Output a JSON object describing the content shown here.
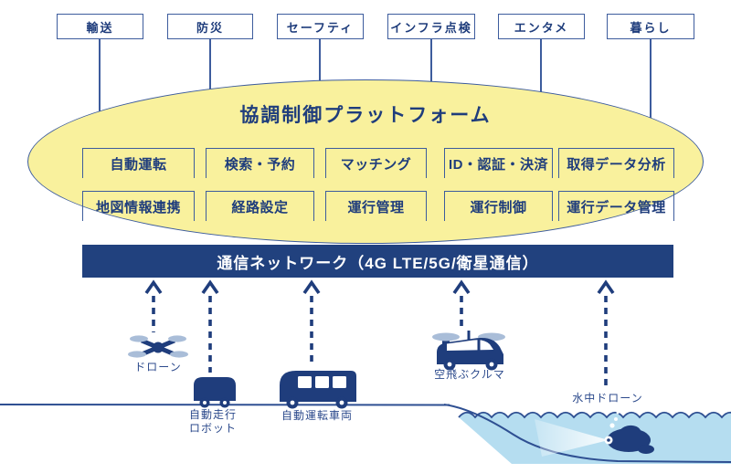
{
  "top_categories": [
    "輸送",
    "防災",
    "セーフティ",
    "インフラ点検",
    "エンタメ",
    "暮らし"
  ],
  "platform": {
    "title": "協調制御プラットフォーム",
    "functions": {
      "row1": [
        "自動運転",
        "検索・予約",
        "マッチング",
        "ID・認証・決済",
        "取得データ分析"
      ],
      "row2": [
        "地図情報連携",
        "経路設定",
        "運行管理",
        "運行制御",
        "運行データ管理"
      ]
    }
  },
  "network": {
    "label": "通信ネットワーク（4G LTE/5G/衛星通信）"
  },
  "devices": {
    "drone": {
      "label": "ドローン"
    },
    "ground_robot": {
      "label": "自動走行\nロボット"
    },
    "autonomous_vehicle": {
      "label": "自動運転車両"
    },
    "flying_car": {
      "label": "空飛ぶクルマ"
    },
    "underwater_drone": {
      "label": "水中ドローン"
    }
  },
  "icons": [
    "drone-icon",
    "ground-robot-icon",
    "autonomous-bus-icon",
    "flying-car-icon",
    "underwater-drone-icon",
    "up-arrow-dashed-icon"
  ],
  "colors": {
    "navy": "#1F3D7C",
    "line_blue": "#3D5C9D",
    "platform_yellow": "#F9F19D",
    "network_bar_navy": "#21417E",
    "water_blue": "#B5DDF0",
    "rotor_gray": "#A9BDD8"
  }
}
